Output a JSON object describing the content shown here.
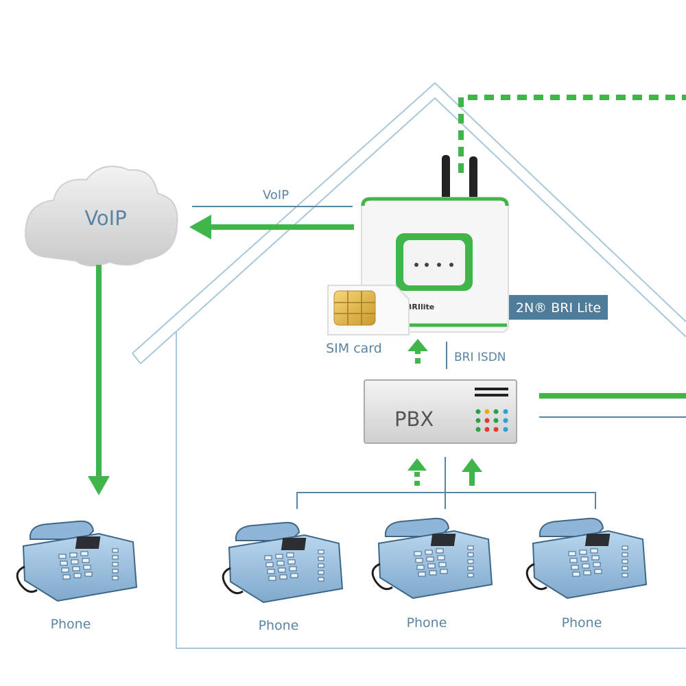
{
  "labels": {
    "cloud": "VoIP",
    "voip_line": "VoIP",
    "device_badge": "2N® BRI Lite",
    "device_brand": "BRIlite",
    "sim": "SIM card",
    "bri_isdn": "BRI ISDN",
    "pbx": "PBX",
    "phones": [
      "Phone",
      "Phone",
      "Phone",
      "Phone"
    ]
  },
  "colors": {
    "green": "#3fb54a",
    "line_blue": "#5a84a3",
    "house_outline": "#a8c7dc",
    "badge_bg": "#4f7d99",
    "phone_body": "#9ec4e2",
    "cloud": "#dadada"
  },
  "icons": [
    "cloud-icon",
    "gateway-device-icon",
    "sim-card-icon",
    "pbx-icon",
    "desk-phone-icon"
  ]
}
